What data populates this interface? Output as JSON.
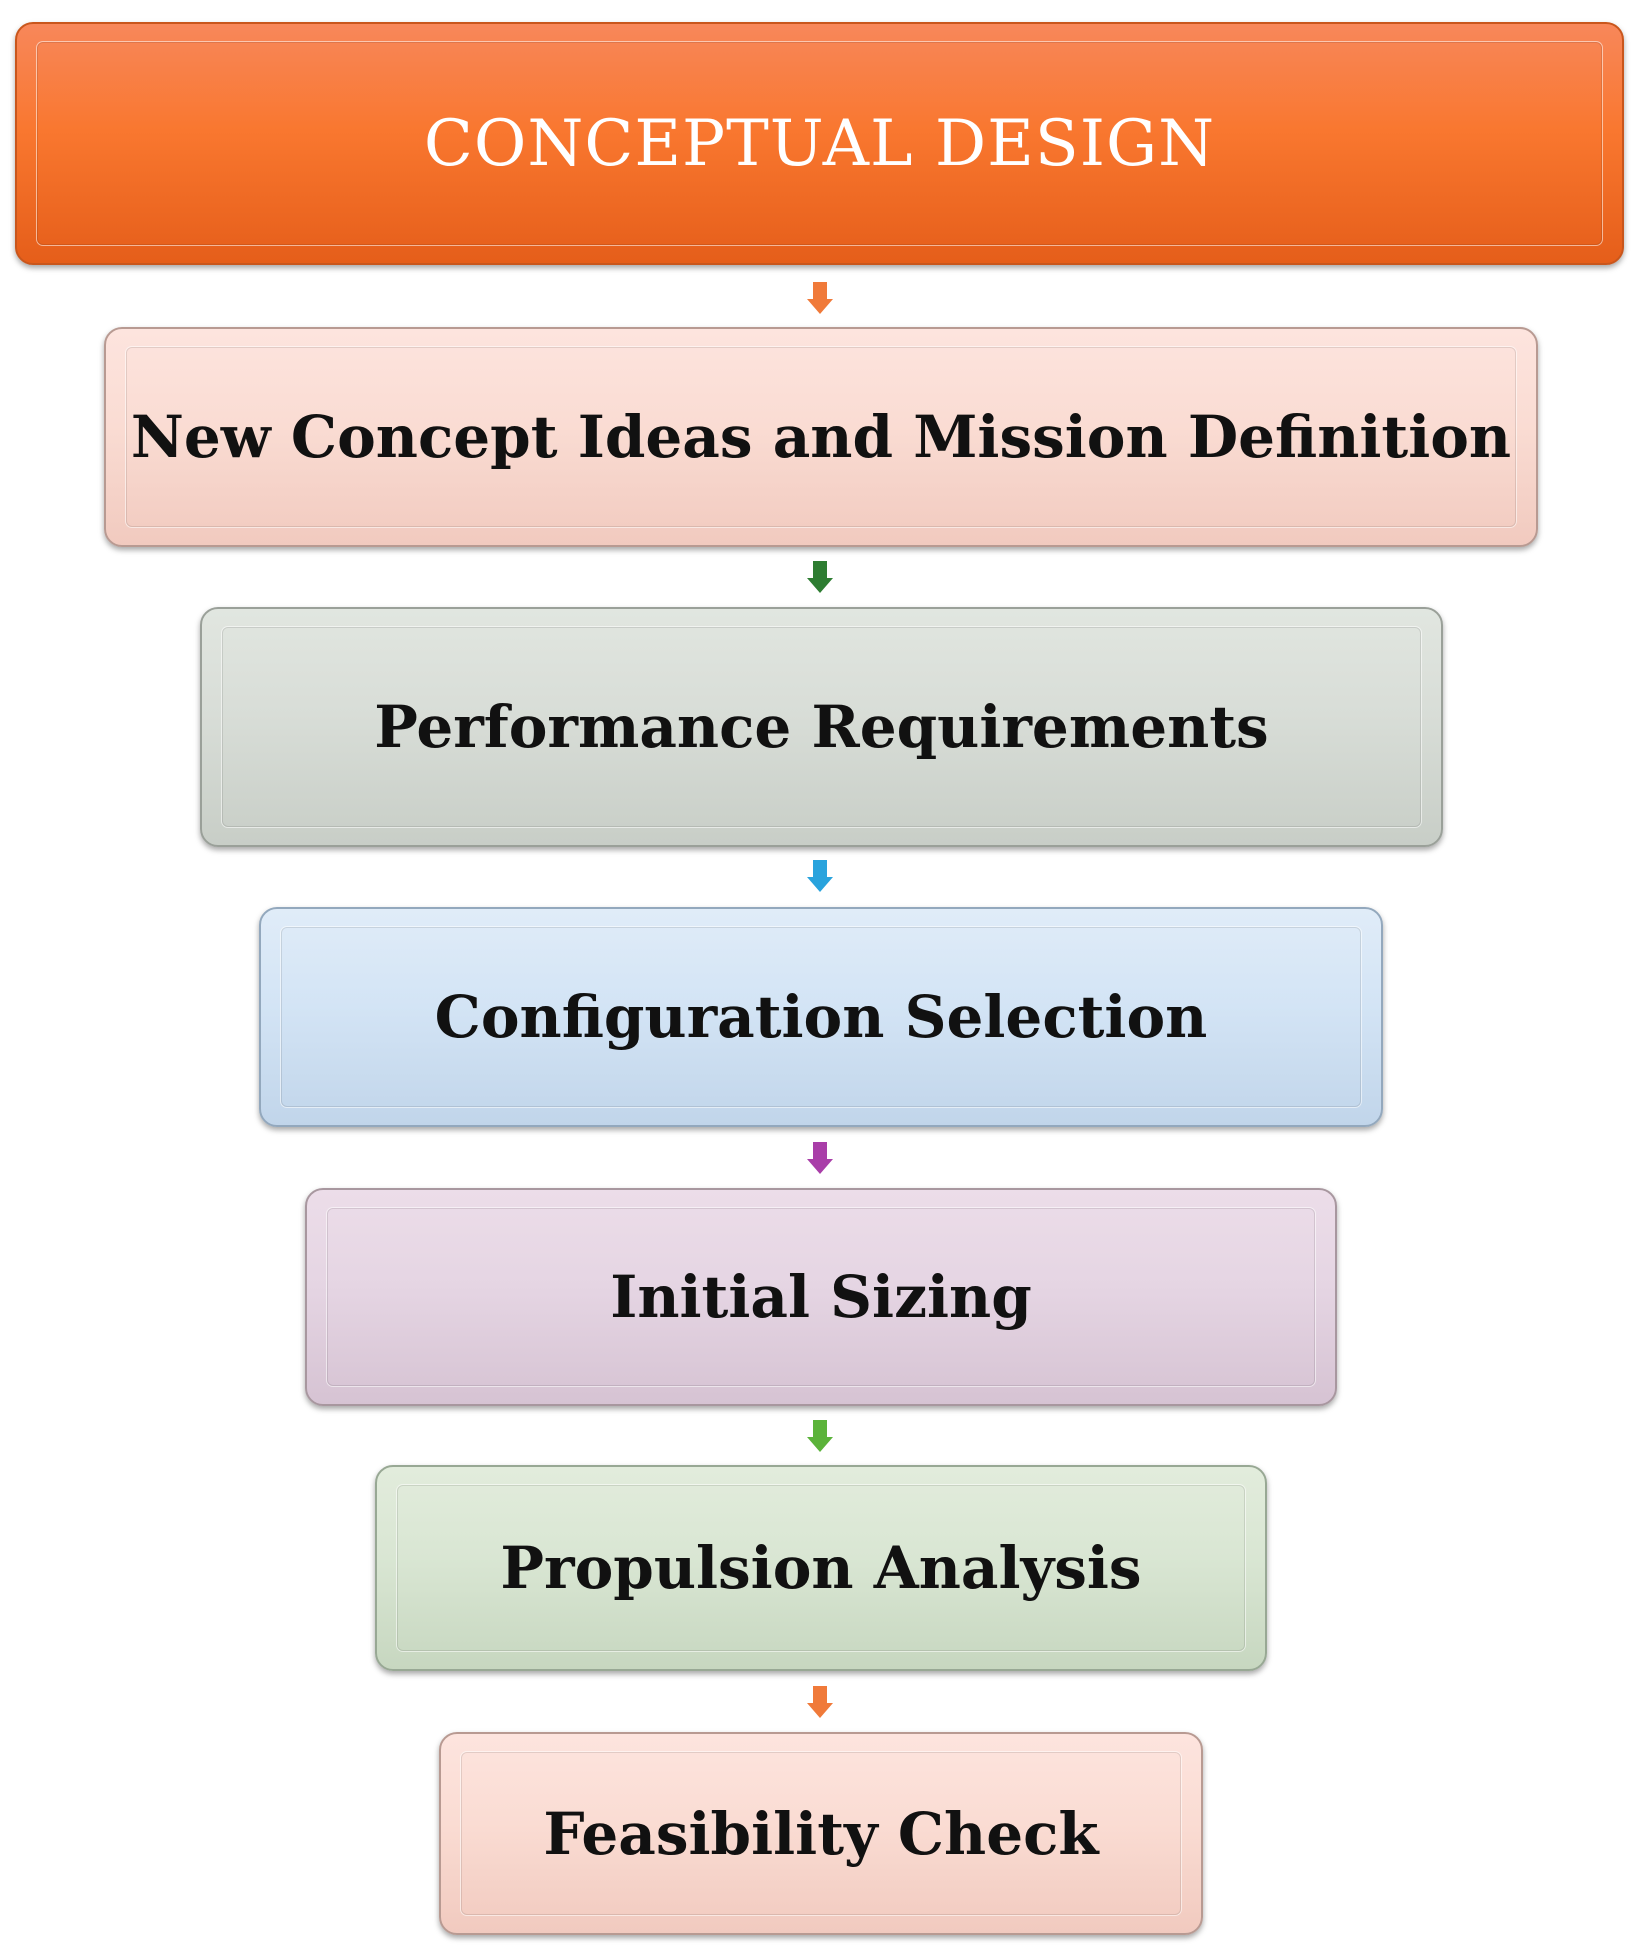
{
  "steps": [
    {
      "label": "CONCEPTUAL DESIGN",
      "fill_top": "#f8875a",
      "fill_mid": "#f9772f",
      "fill_bottom": "#e55e1a",
      "border": "#c9561c"
    },
    {
      "label": "New Concept Ideas and Mission Definition",
      "fill_top": "#fde4de",
      "fill_mid": "#fadcd3",
      "fill_bottom": "#f1cabf",
      "border": "#b89a92"
    },
    {
      "label": "Performance Requirements",
      "fill_top": "#e1e6e0",
      "fill_mid": "#d8ddd7",
      "fill_bottom": "#c8cec7",
      "border": "#9aa099"
    },
    {
      "label": "Configuration Selection",
      "fill_top": "#e0ecf8",
      "fill_mid": "#d3e4f5",
      "fill_bottom": "#c1d5ea",
      "border": "#93a8bd"
    },
    {
      "label": "Initial Sizing",
      "fill_top": "#ecdde9",
      "fill_mid": "#e5d5e3",
      "fill_bottom": "#d6c3d3",
      "border": "#a8979f"
    },
    {
      "label": "Propulsion Analysis",
      "fill_top": "#e2ecdc",
      "fill_mid": "#d9e6d3",
      "fill_bottom": "#c7d7c0",
      "border": "#98a894"
    },
    {
      "label": "Feasibility Check",
      "fill_top": "#fde4de",
      "fill_mid": "#fadcd3",
      "fill_bottom": "#f1cabf",
      "border": "#b89a92"
    }
  ],
  "arrows": [
    {
      "icon": "down-arrow-icon",
      "color": "#f07a3a"
    },
    {
      "icon": "down-arrow-icon",
      "color": "#2e7d32"
    },
    {
      "icon": "down-arrow-icon",
      "color": "#29a3dd"
    },
    {
      "icon": "down-arrow-icon",
      "color": "#a93ea8"
    },
    {
      "icon": "down-arrow-icon",
      "color": "#5bb33a"
    },
    {
      "icon": "down-arrow-icon",
      "color": "#f07a3a"
    }
  ]
}
